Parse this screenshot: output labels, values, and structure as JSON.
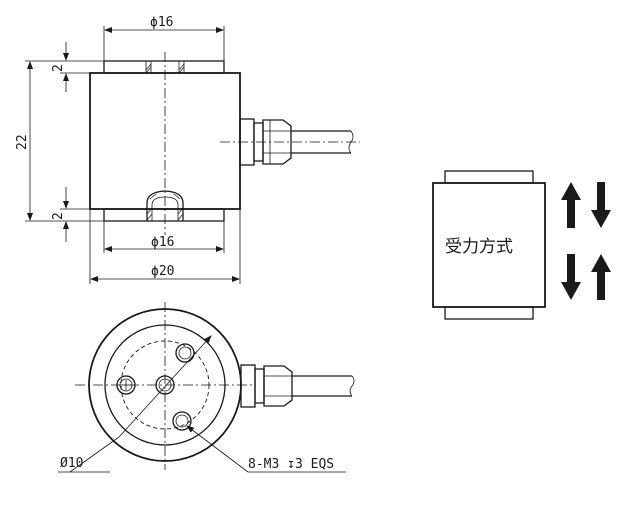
{
  "front_view": {
    "dim_top_diameter": "ϕ16",
    "dim_bottom_inner_diameter": "ϕ16",
    "dim_body_diameter": "ϕ20",
    "dim_height": "22",
    "dim_top_lip": "2",
    "dim_bottom_lip": "2"
  },
  "top_view": {
    "bolt_circle": "Ø10",
    "thread_spec": "8-M3 ↧3 EQS"
  },
  "load_panel": {
    "label": "受力方式",
    "arrows": [
      "compression-pair-icon",
      "tension-pair-icon"
    ]
  }
}
